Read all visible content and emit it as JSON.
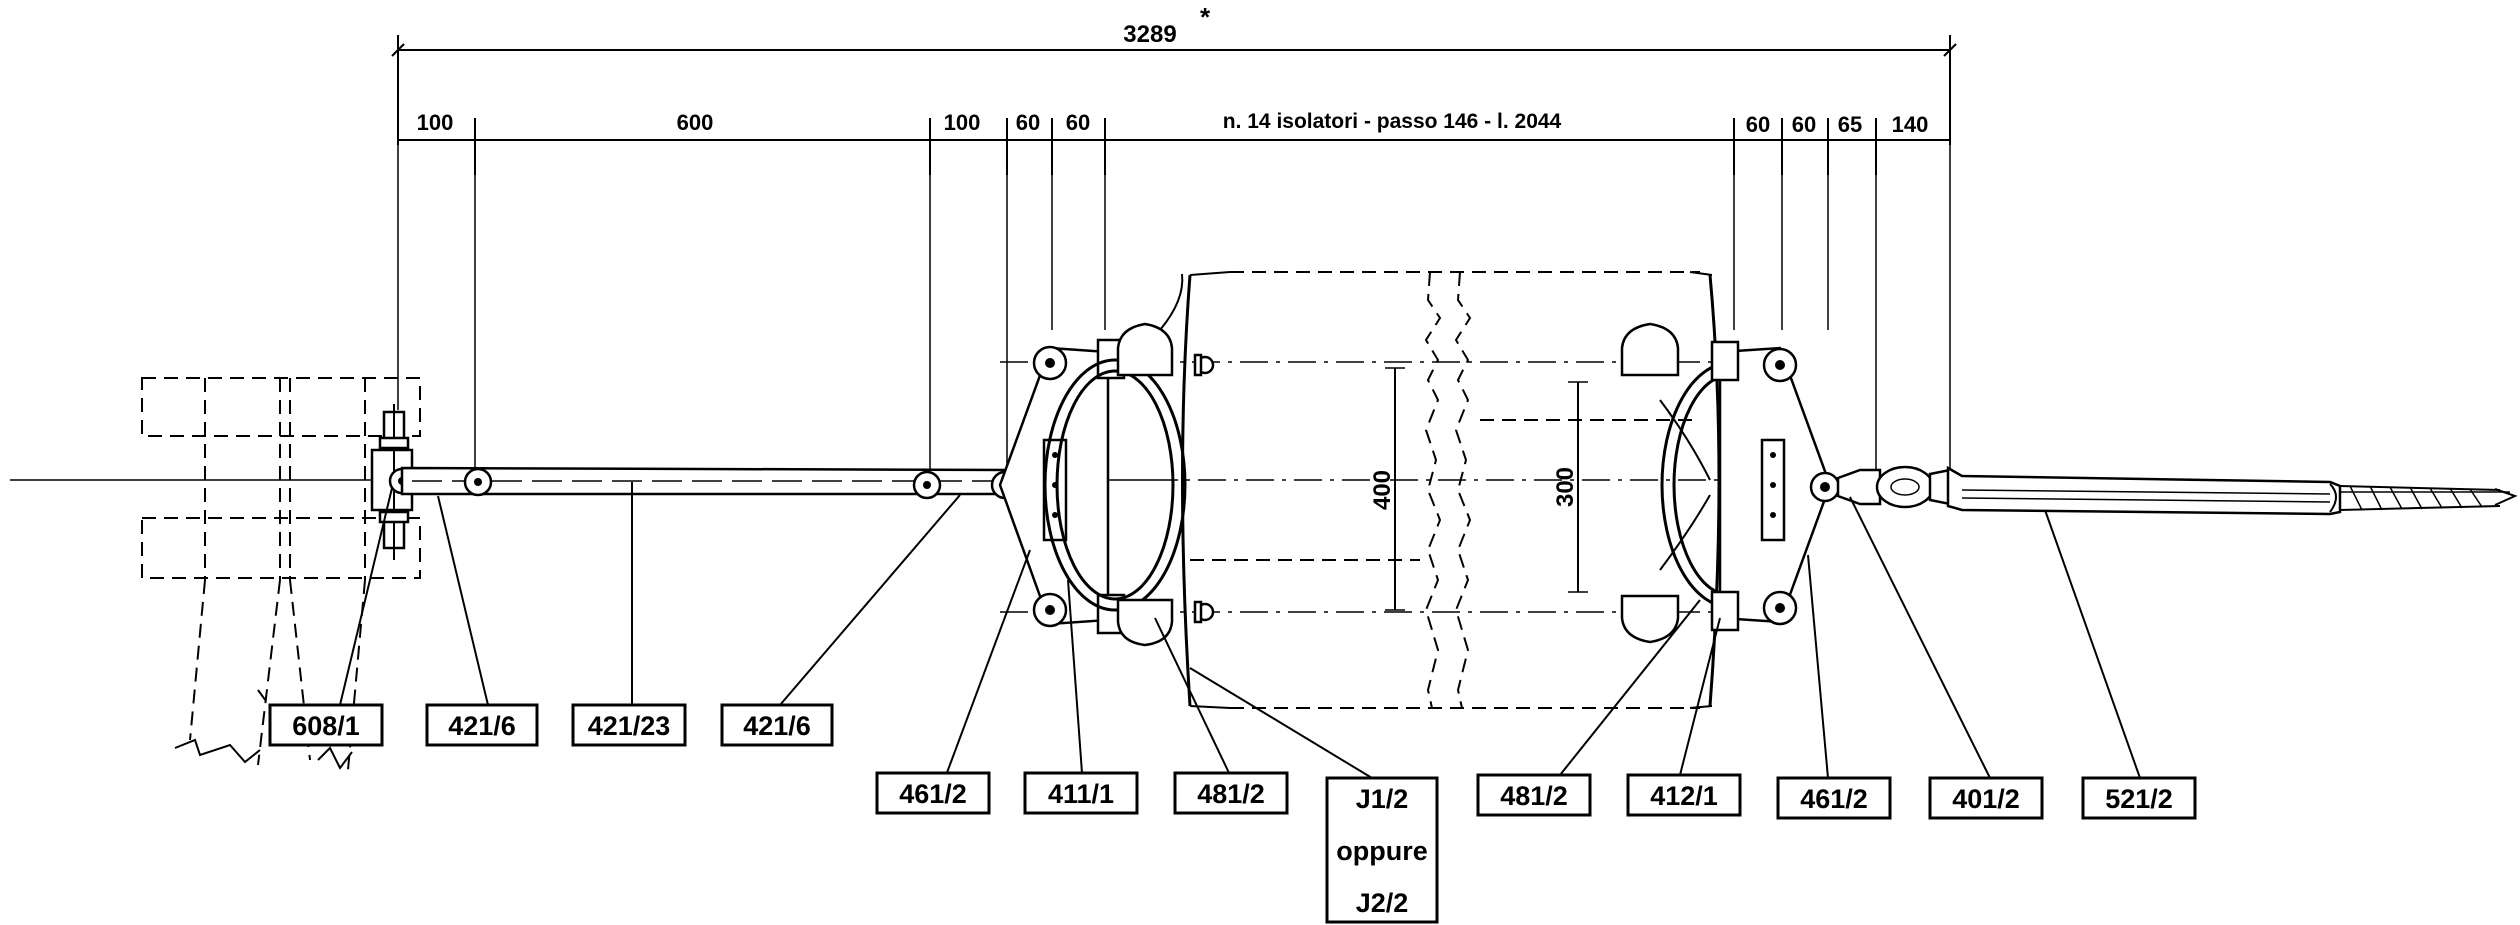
{
  "dimensions": {
    "total": "3289",
    "total_mark": "*",
    "segments": [
      "100",
      "600",
      "100",
      "60",
      "60",
      "n. 14 isolatori - passo 146 - l. 2044",
      "60",
      "60",
      "65",
      "140"
    ],
    "height_left": "400",
    "height_right": "300"
  },
  "parts": [
    {
      "code": "608/1"
    },
    {
      "code": "421/6"
    },
    {
      "code": "421/23"
    },
    {
      "code": "421/6"
    },
    {
      "code": "461/2"
    },
    {
      "code": "411/1"
    },
    {
      "code": "481/2"
    },
    {
      "code": "J1/2"
    },
    {
      "code": "481/2"
    },
    {
      "code": "412/1"
    },
    {
      "code": "461/2"
    },
    {
      "code": "401/2"
    },
    {
      "code": "521/2"
    }
  ],
  "alternative": {
    "word": "oppure",
    "code": "J2/2"
  },
  "colors": {
    "ink": "#000000",
    "paper": "#ffffff"
  }
}
